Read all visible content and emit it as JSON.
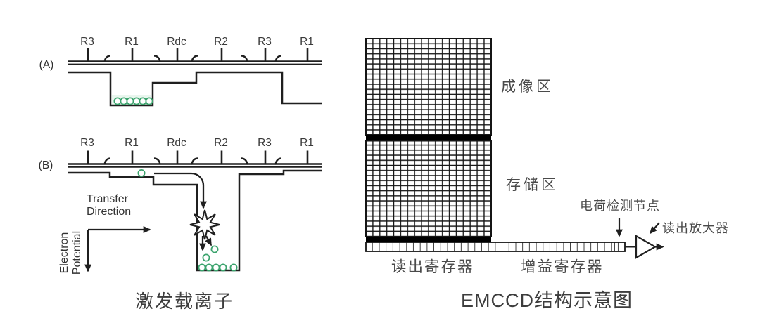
{
  "left_panel": {
    "caption": "激发载离子",
    "row_a_label": "(A)",
    "row_b_label": "(B)",
    "electrodes": [
      "R3",
      "R1",
      "Rdc",
      "R2",
      "R3",
      "R1"
    ],
    "transfer_line1": "Transfer",
    "transfer_line2": "Direction",
    "potential_axis_line1": "Electron",
    "potential_axis_line2": "Potential"
  },
  "right_panel": {
    "caption": "EMCCD结构示意图",
    "imaging_area": "成像区",
    "storage_area": "存储区",
    "readout_register": "读出寄存器",
    "gain_register": "增益寄存器",
    "charge_detection_node": "电荷检测节点",
    "readout_amplifier": "读出放大器"
  },
  "colors": {
    "line": "#1f1f1f",
    "text": "#3a3a3a",
    "electron_green": "#3ba36d",
    "well_tint": "#e9f6ee",
    "background": "#ffffff"
  }
}
